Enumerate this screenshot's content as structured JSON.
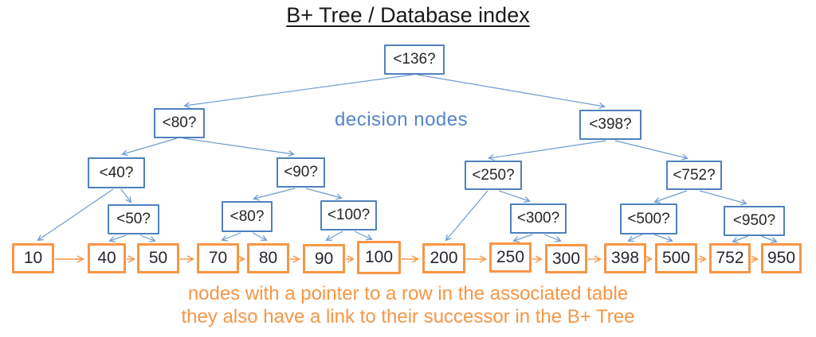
{
  "title": "B+ Tree / Database index",
  "labels": {
    "decision_nodes": "decision nodes"
  },
  "captions": {
    "line1": "nodes with a pointer to a row in the associated table",
    "line2": "they also have a link to their successor in the B+ Tree"
  },
  "colors": {
    "decision_border_blue": "#4f81bd",
    "edge_blue": "#6f9bd1",
    "label_blue": "#5585c9",
    "leaf_orange": "#f79646",
    "title_black": "#1a1a1a"
  },
  "tree": {
    "decision_levels": [
      [
        "<136?"
      ],
      [
        "<80?",
        "<398?"
      ],
      [
        "<40?",
        "<90?",
        "<250?",
        "<752?"
      ],
      [
        "<50?",
        "<80?",
        "<100?",
        "<300?",
        "<500?",
        "<950?"
      ]
    ],
    "leaves": [
      "10",
      "40",
      "50",
      "70",
      "80",
      "90",
      "100",
      "200",
      "250",
      "300",
      "398",
      "500",
      "752",
      "950"
    ],
    "edges": [
      [
        "<136?",
        "<80?"
      ],
      [
        "<136?",
        "<398?"
      ],
      [
        "<80?",
        "<40?"
      ],
      [
        "<80?",
        "<90?"
      ],
      [
        "<398?",
        "<250?"
      ],
      [
        "<398?",
        "<752?"
      ],
      [
        "<40?",
        "10"
      ],
      [
        "<40?",
        "<50?"
      ],
      [
        "<90?",
        "<80? (level4)"
      ],
      [
        "<90?",
        "<100?"
      ],
      [
        "<250?",
        "200"
      ],
      [
        "<250?",
        "<300?"
      ],
      [
        "<752?",
        "<500?"
      ],
      [
        "<752?",
        "<950?"
      ],
      [
        "<50?",
        "40"
      ],
      [
        "<50?",
        "50"
      ],
      [
        "<80? (level4)",
        "70"
      ],
      [
        "<80? (level4)",
        "80"
      ],
      [
        "<100?",
        "90"
      ],
      [
        "<100?",
        "100"
      ],
      [
        "<300?",
        "250"
      ],
      [
        "<300?",
        "300"
      ],
      [
        "<500?",
        "398"
      ],
      [
        "<500?",
        "500"
      ],
      [
        "<950?",
        "752"
      ],
      [
        "<950?",
        "950"
      ]
    ],
    "leaf_successor_chain": [
      "10",
      "40",
      "50",
      "70",
      "80",
      "90",
      "100",
      "200",
      "250",
      "300",
      "398",
      "500",
      "752",
      "950"
    ]
  }
}
